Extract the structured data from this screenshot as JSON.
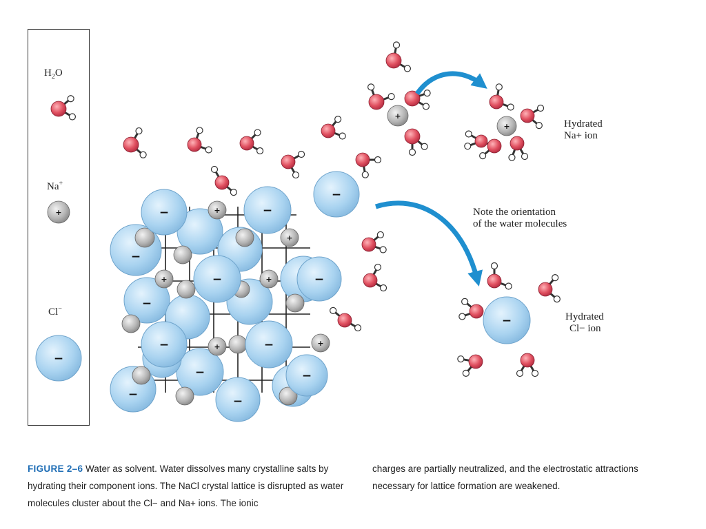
{
  "legend": {
    "water_label": "H2O",
    "sodium_label": "Na+",
    "chloride_label": "Cl−"
  },
  "labels": {
    "hydrated_na_line1": "Hydrated",
    "hydrated_na_line2": "Na+ ion",
    "note_line1": "Note the orientation",
    "note_line2": "of the water molecules",
    "hydrated_cl_line1": "Hydrated",
    "hydrated_cl_line2": "Cl− ion"
  },
  "ion_signs": {
    "positive": "+",
    "negative": "−"
  },
  "caption": {
    "figure_label": "FIGURE 2–6",
    "left_text": "Water as solvent. Water dissolves many crystalline salts by hydrating their component ions. The NaCl crystal lattice is disrupted as water molecules cluster about the Cl− and Na+ ions. The ionic",
    "right_text": "charges are partially neutralized, and the electrostatic attractions necessary for lattice formation are weakened."
  },
  "colors": {
    "chloride_fill": "#a9d3f0",
    "sodium_fill": "#b4b4b4",
    "oxygen_fill": "#e05060",
    "hydrogen_fill": "#ffffff",
    "arrow": "#1f8fcf",
    "figure_label": "#1e6db5"
  }
}
